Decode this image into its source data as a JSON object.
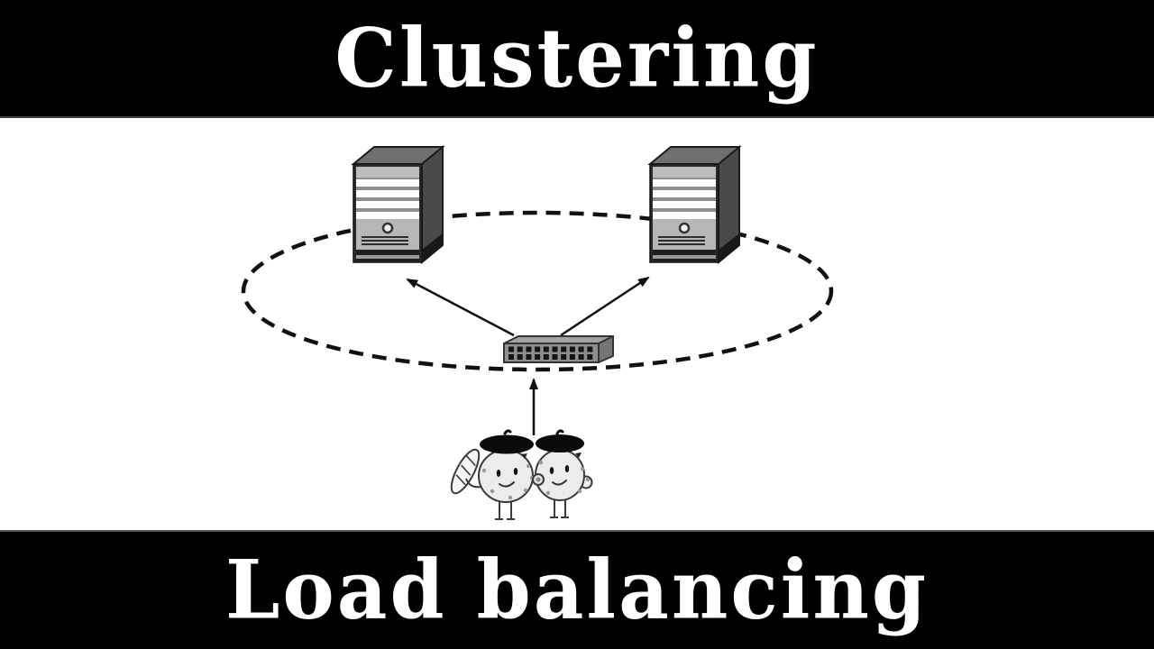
{
  "banners": {
    "top": {
      "text": "Clustering"
    },
    "bottom": {
      "text": "Load balancing"
    }
  },
  "colors": {
    "banner_bg": "#000000",
    "banner_fg": "#ffffff",
    "canvas_bg": "#ffffff",
    "outline": "#111111",
    "server_top_face": "#707070",
    "server_side_face": "#4a4a4a",
    "server_front_panel": "#b6b6b6",
    "server_drive_bay": "#ffffff",
    "switch_top_face": "#a2a2a2",
    "switch_front_face": "#8e8e8e",
    "switch_side_face": "#757575",
    "switch_port": "#141414",
    "character_body": "#ececec",
    "character_spot": "#999999",
    "beret": "#0a0a0a",
    "baguette": "#f7f7f7"
  },
  "diagram": {
    "icons": [
      "server-icon",
      "server-icon",
      "cluster-ring-dashed-ellipse",
      "network-switch-icon",
      "arrow-switch-to-left-server",
      "arrow-switch-to-right-server",
      "arrow-clients-to-switch",
      "potato-character-with-baguette",
      "potato-character",
      "beret-icon",
      "baguette-icon"
    ]
  }
}
